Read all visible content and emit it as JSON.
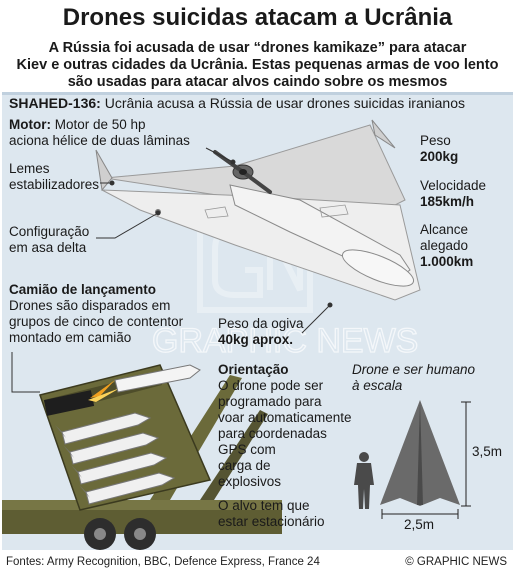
{
  "title": "Drones suicidas atacam a Ucrânia",
  "subtitle": {
    "line1": "A Rússia foi acusada de usar “drones kamikaze” para atacar",
    "line2": "Kiev e outras cidades da Ucrânia. Estas pequenas armas de voo lento",
    "line3": "são usadas para atacar alvos caindo sobre os mesmos"
  },
  "headline": {
    "model": "SHAHED-136:",
    "text": " Ucrânia acusa a Rússia de usar drones suicidas iranianos"
  },
  "labels": {
    "motor_title": "Motor:",
    "motor_line1": " Motor de 50 hp",
    "motor_line2": "aciona hélice de duas lâminas",
    "rudder_line1": "Lemes",
    "rudder_line2": "estabilizadores",
    "wing_line1": "Configuração",
    "wing_line2": "em asa delta",
    "launcher_title": "Camião de lançamento",
    "launcher_line1": "Drones são disparados em",
    "launcher_line2": "grupos de cinco de contentor",
    "launcher_line3": "montado em camião",
    "warhead_line1": "Peso da ogiva",
    "warhead_line2": "40kg aprox."
  },
  "specs": {
    "weight_label": "Peso",
    "weight_value": "200kg",
    "speed_label": "Velocidade",
    "speed_value": "185km/h",
    "range_label_1": "Alcance",
    "range_label_2": "alegado",
    "range_value": "1.000km"
  },
  "guidance": {
    "title": "Orientação",
    "lines": [
      "O drone pode ser",
      "programado para",
      "voar automaticamente",
      "para coordenadas",
      "GPS com",
      "carga de",
      "explosivos"
    ],
    "note_1": "O alvo tem que",
    "note_2": "estar estacionário"
  },
  "scale": {
    "caption_1": "Drone e ser humano",
    "caption_2": "à escala",
    "height": "3,5m",
    "width": "2,5m"
  },
  "watermark": "GRAPHIC NEWS",
  "footer": {
    "sources": "Fontes: Army Recognition, BBC, Defence Express, France 24",
    "credit": "© GRAPHIC NEWS"
  },
  "colors": {
    "panel_bg": "#dde7ef",
    "drone_body": "#e8e8e8",
    "truck_olive": "#6b6a3a",
    "flame": "#f0a020"
  },
  "icons": [
    "drone-illustration",
    "launch-truck-illustration",
    "human-silhouette",
    "delta-wing-silhouette",
    "dimension-arrow"
  ]
}
